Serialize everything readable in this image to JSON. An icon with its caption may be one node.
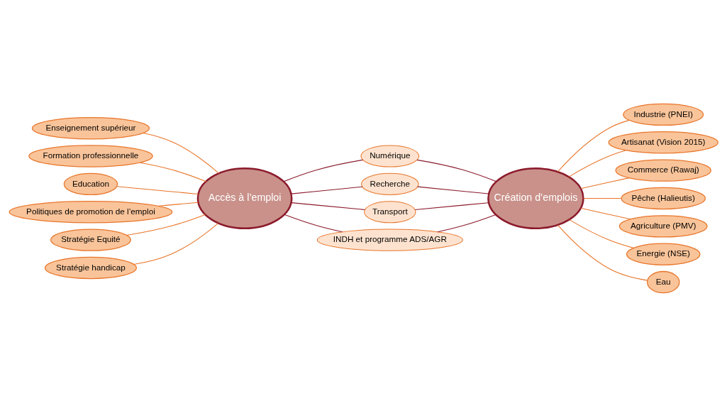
{
  "diagram": {
    "nodes": [
      {
        "text": [
          "Accès à l’emploi"
        ]
      },
      {
        "text": [
          "Création d’emplois"
        ]
      },
      {
        "text": [
          "Enseignement supérieur"
        ]
      },
      {
        "text": [
          "Formation professionnelle"
        ]
      },
      {
        "text": [
          "Education"
        ]
      },
      {
        "text": [
          "Politiques de promotion de l’emploi"
        ]
      },
      {
        "text": [
          "Stratégie Equité"
        ]
      },
      {
        "text": [
          "Stratégie handicap"
        ]
      },
      {
        "text": [
          "Numérique"
        ]
      },
      {
        "text": [
          "Recherche"
        ]
      },
      {
        "text": [
          "Transport"
        ]
      },
      {
        "text": [
          "INDH et programme ADS/AGR"
        ]
      },
      {
        "text": [
          "Industrie (PNEI)"
        ]
      },
      {
        "text": [
          "Artisanat (Vision 2015)"
        ]
      },
      {
        "text": [
          "Commerce (Rawaj)"
        ]
      },
      {
        "text": [
          "Pêche (Halieutis)"
        ]
      },
      {
        "text": [
          "Agriculture (PMV)"
        ]
      },
      {
        "text": [
          "Energie (NSE)"
        ]
      },
      {
        "text": [
          "Eau"
        ]
      }
    ],
    "edges": [
      {
        "from": 2,
        "to": 0,
        "arrow": "none"
      },
      {
        "from": 3,
        "to": 0,
        "arrow": "none"
      },
      {
        "from": 4,
        "to": 0,
        "arrow": "none"
      },
      {
        "from": 5,
        "to": 0,
        "arrow": "none"
      },
      {
        "from": 6,
        "to": 0,
        "arrow": "none"
      },
      {
        "from": 7,
        "to": 0,
        "arrow": "none"
      },
      {
        "from": 0,
        "to": 8,
        "arrow": "none",
        "color": "#8b1a2b"
      },
      {
        "from": 0,
        "to": 9,
        "arrow": "none",
        "color": "#8b1a2b"
      },
      {
        "from": 0,
        "to": 10,
        "arrow": "none",
        "color": "#8b1a2b"
      },
      {
        "from": 0,
        "to": 11,
        "arrow": "none",
        "color": "#8b1a2b"
      },
      {
        "from": 8,
        "to": 1,
        "arrow": "none",
        "color": "#8b1a2b"
      },
      {
        "from": 9,
        "to": 1,
        "arrow": "none",
        "color": "#8b1a2b"
      },
      {
        "from": 10,
        "to": 1,
        "arrow": "none",
        "color": "#8b1a2b"
      },
      {
        "from": 11,
        "to": 1,
        "arrow": "none",
        "color": "#8b1a2b"
      },
      {
        "from": 1,
        "to": 12,
        "arrow": "none"
      },
      {
        "from": 1,
        "to": 13,
        "arrow": "none"
      },
      {
        "from": 1,
        "to": 14,
        "arrow": "none"
      },
      {
        "from": 1,
        "to": 15,
        "arrow": "none"
      },
      {
        "from": 1,
        "to": 16,
        "arrow": "none"
      },
      {
        "from": 1,
        "to": 17,
        "arrow": "none"
      },
      {
        "from": 1,
        "to": 18,
        "arrow": "none"
      }
    ]
  }
}
